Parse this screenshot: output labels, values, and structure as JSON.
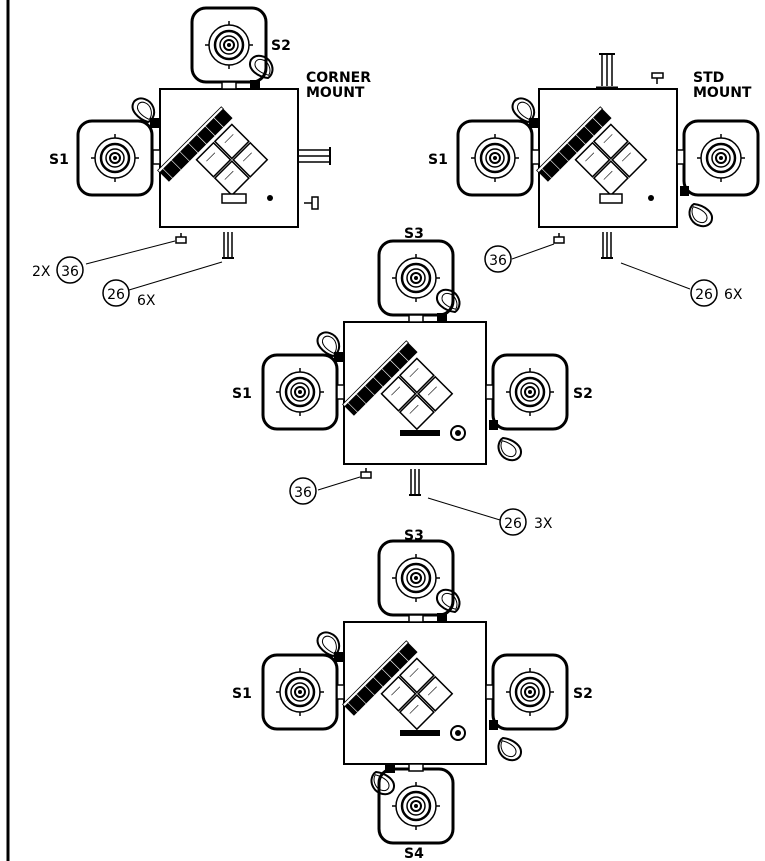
{
  "views": {
    "corner": {
      "title_line1": "CORNER",
      "title_line2": "MOUNT",
      "s1": "S1",
      "s2": "S2",
      "callout_36_qty": "2X",
      "callout_36": "36",
      "callout_26": "26",
      "callout_26_qty": "6X"
    },
    "std": {
      "title_line1": "STD",
      "title_line2": "MOUNT",
      "s1": "S1",
      "callout_36": "36",
      "callout_26": "26",
      "callout_26_qty": "6X"
    },
    "three": {
      "s1": "S1",
      "s2": "S2",
      "s3": "S3",
      "callout_36": "36",
      "callout_26": "26",
      "callout_26_qty": "3X"
    },
    "four": {
      "s1": "S1",
      "s2": "S2",
      "s3": "S3",
      "s4": "S4"
    }
  }
}
